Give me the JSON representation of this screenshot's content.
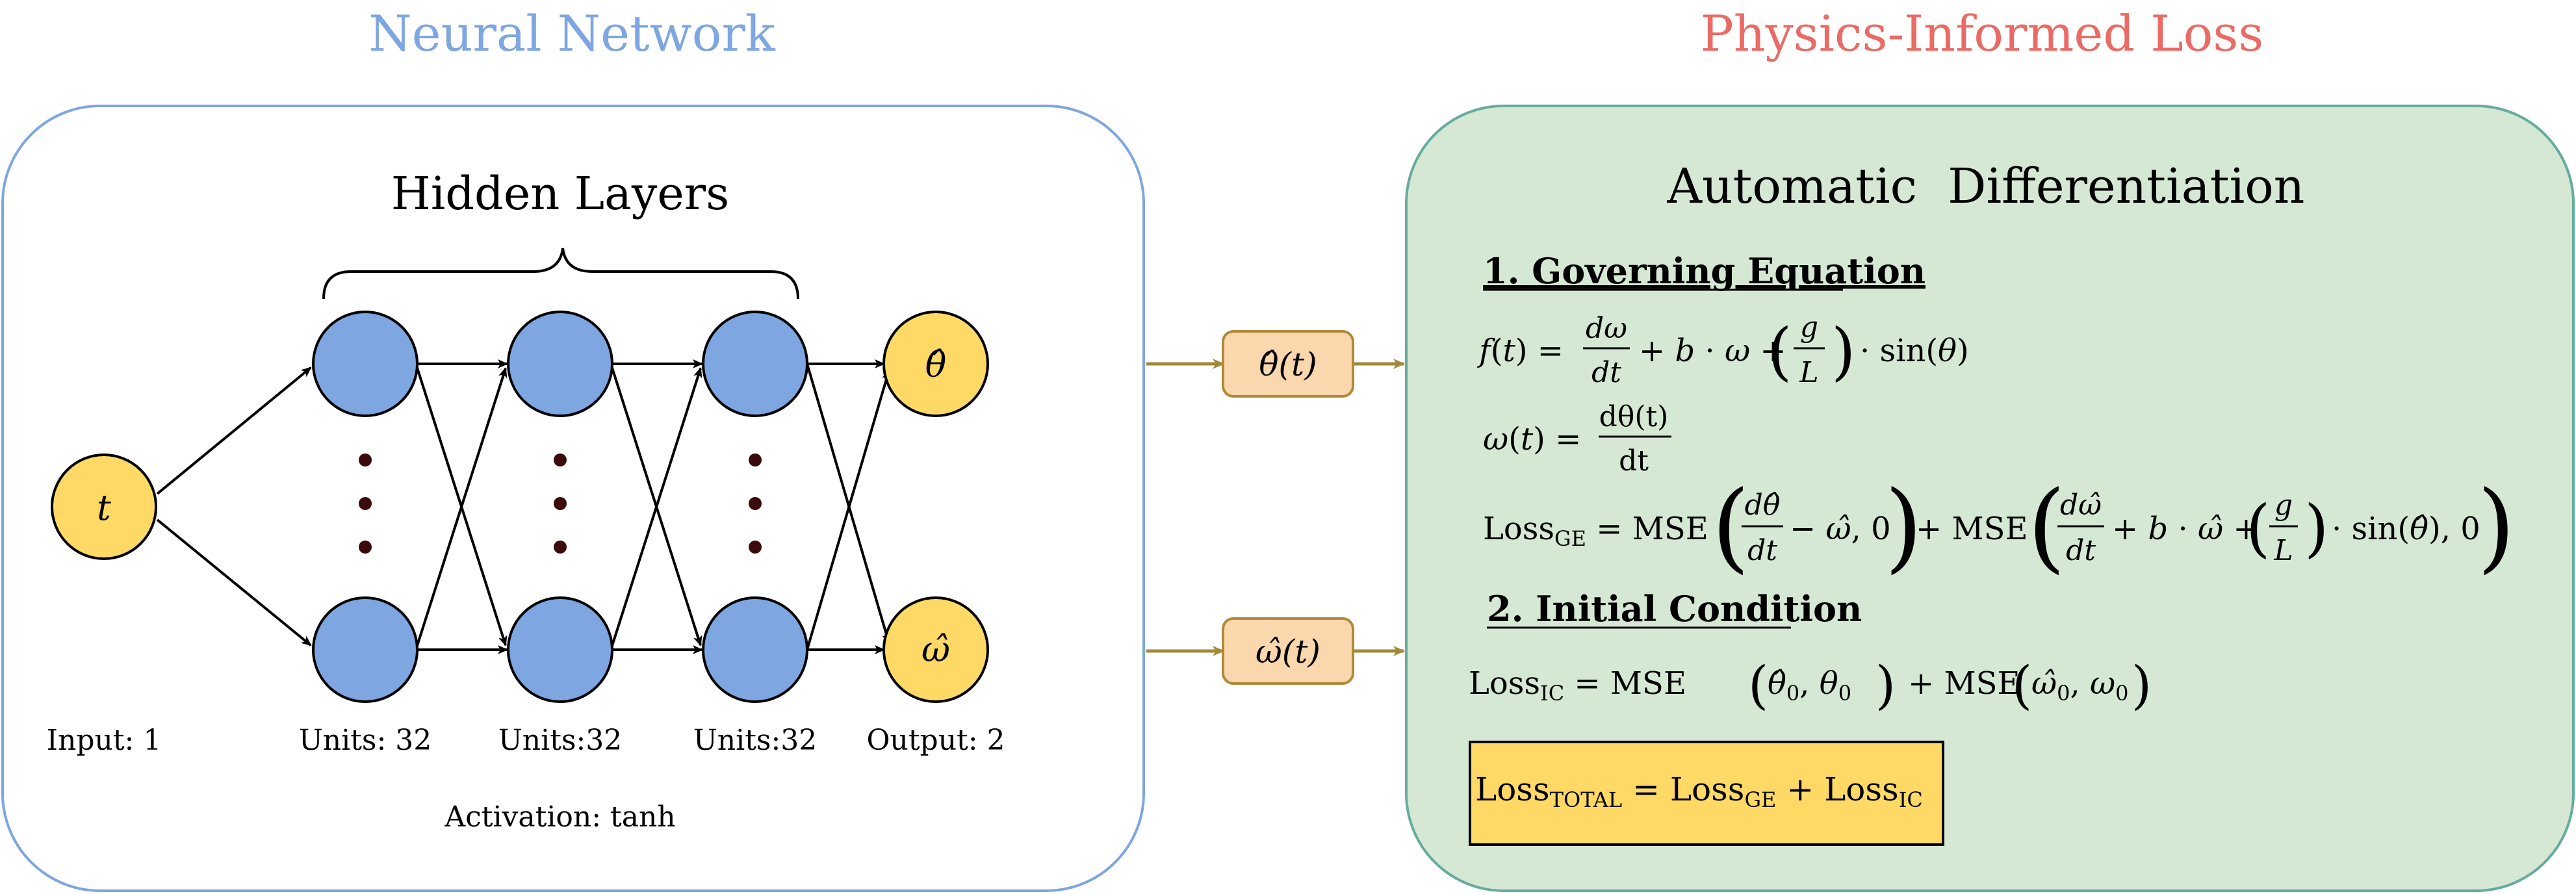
{
  "titles": {
    "neural_network": "Neural Network",
    "physics_loss": "Physics-Informed Loss"
  },
  "network": {
    "hidden_header": "Hidden Layers",
    "input_node": "t",
    "output_theta": "θ̂",
    "output_omega": "ω̂",
    "ellipsis": "⋮",
    "labels": {
      "input": "Input: 1",
      "units_1": "Units: 32",
      "units_2": "Units:32",
      "units_3": "Units:32",
      "output": "Output: 2"
    },
    "activation": "Activation: tanh"
  },
  "connectors": {
    "theta_t": "θ̂(t)",
    "omega_t": "ω̂(t)"
  },
  "physics": {
    "header": "Automatic  Differentiation",
    "section1": "1. Governing Equation",
    "eq_f": "f(t) = dω/dt + b · ω + (g/L) · sin(θ)",
    "eq_omega": "ω(t) = dθ(t)/dt",
    "eq_loss_ge": "LossGE = MSE(dθ̂/dt − ω̂, 0) + MSE(dω̂/dt + b · ω̂ + (g/L) · sin(θ̂), 0)",
    "section2": "2. Initial Condition",
    "eq_loss_ic": "LossIC = MSE(θ̂0, θ0) + MSE(ω̂0, ω0)",
    "eq_total": "LossTOTAL = LossGE + LossIC"
  },
  "colors": {
    "nn_title": "#7ea6e0",
    "physics_title": "#ea6b66",
    "hidden_node": "#7ea6e0",
    "io_node": "#ffd966",
    "physics_panel": "#d5e8d4",
    "physics_border": "#67ab9f",
    "connector_box": "#fad7ac",
    "connector_arrow": "#a08a3a",
    "total_box": "#ffd966"
  }
}
